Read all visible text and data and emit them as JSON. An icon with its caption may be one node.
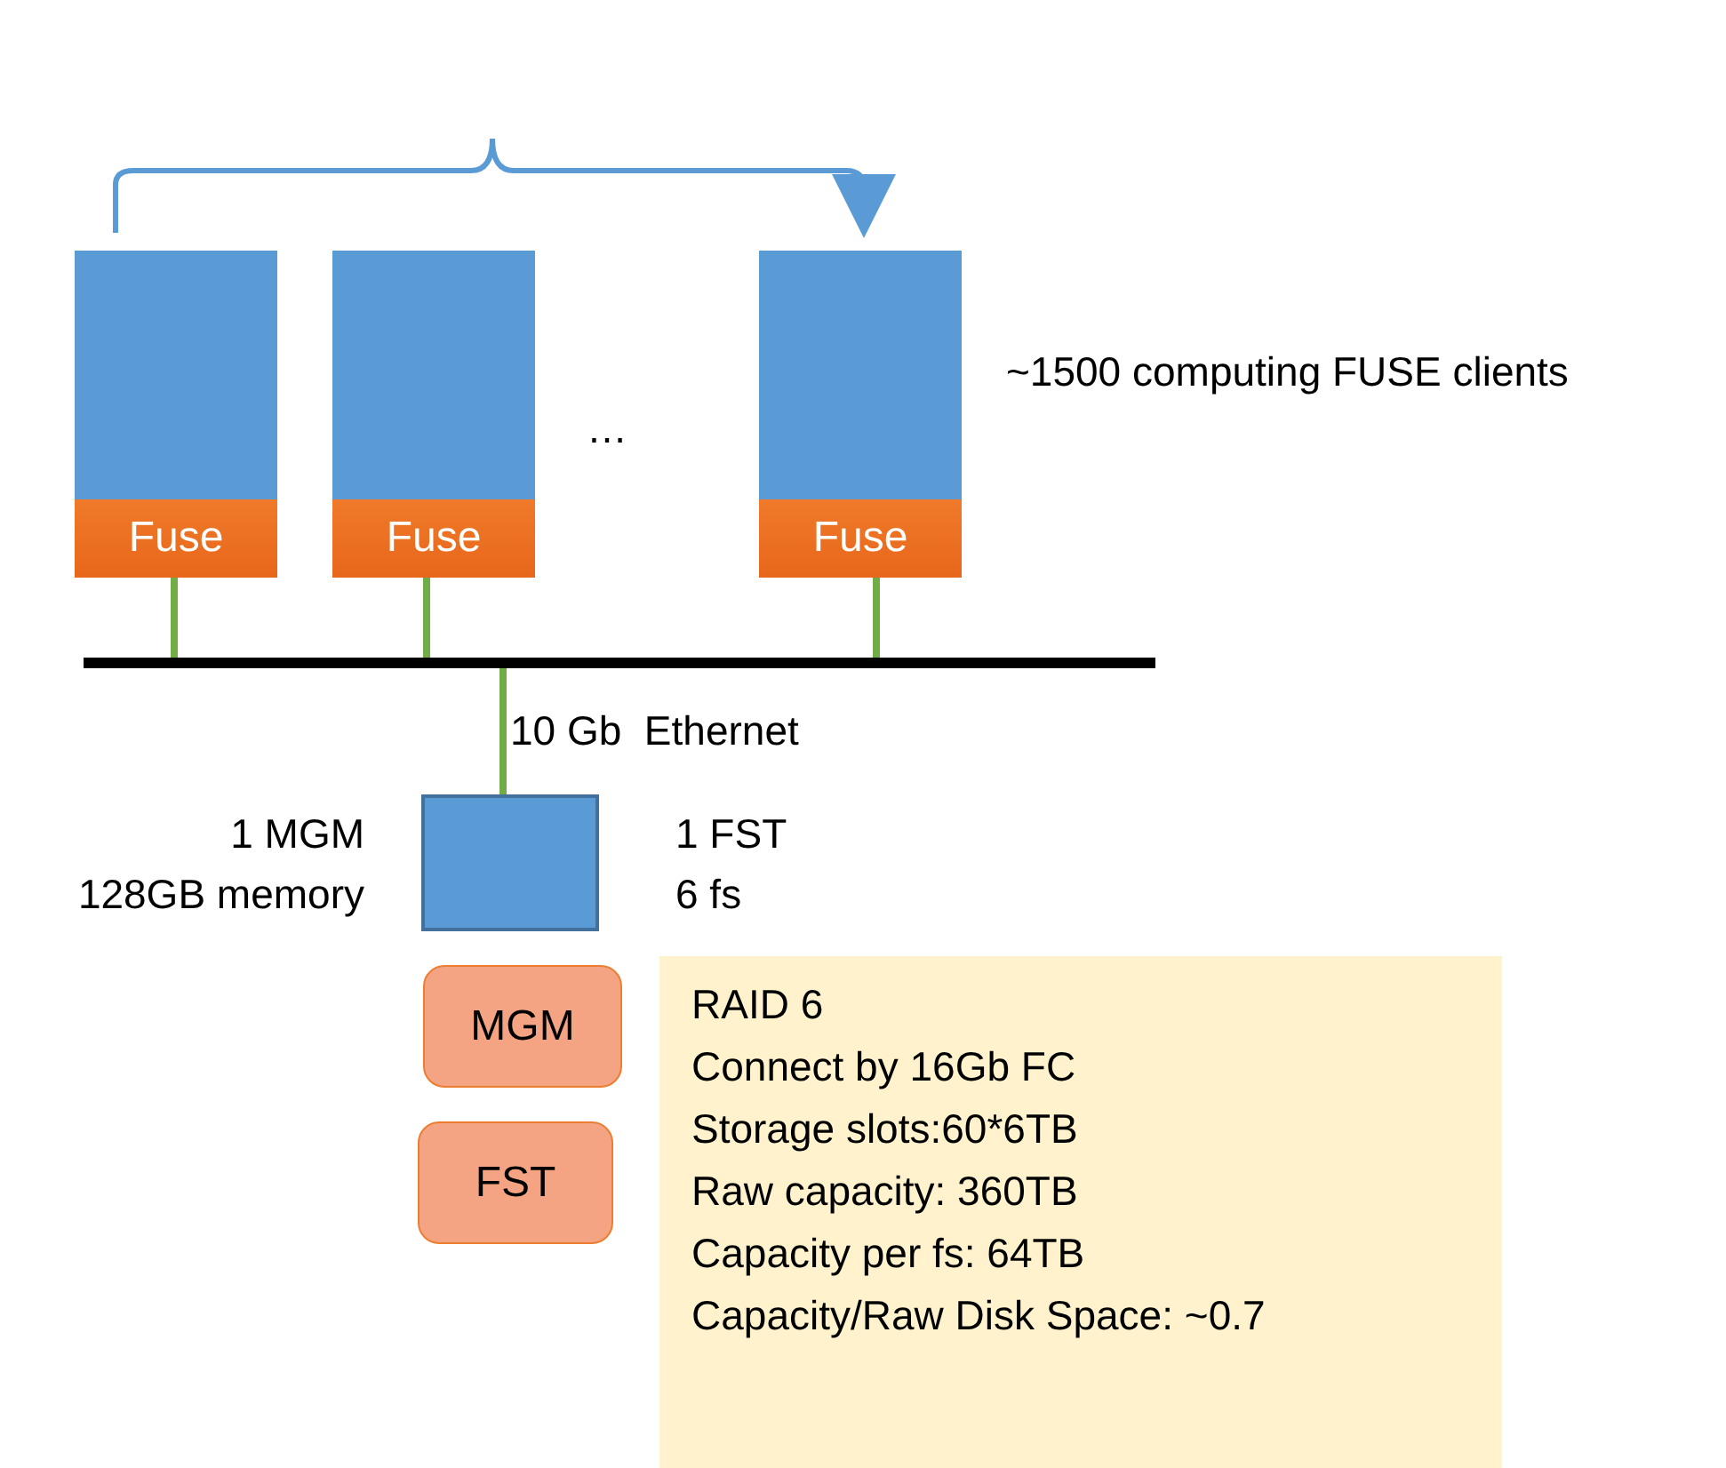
{
  "diagram": {
    "nodes": [
      {
        "text": [
          "Fuse"
        ]
      },
      {
        "text": [
          "Fuse"
        ]
      },
      {
        "text": [
          "Fuse"
        ]
      },
      {
        "text": [],
        "shape": "bar"
      },
      {
        "text": [],
        "shape": "box",
        "beside": [
          "1 MGM",
          "128GB memory",
          "1 FST",
          "6 fs"
        ]
      },
      {
        "text": [
          "MGM"
        ]
      },
      {
        "text": [
          "FST"
        ]
      },
      {
        "text": [
          "RAID 6",
          "Connect by 16Gb FC",
          "Storage slots:60*6TB",
          "Raw capacity: 360TB",
          "Capacity per fs: 64TB",
          "Capacity/Raw Disk Space: ~0.7"
        ]
      }
    ],
    "edges": [
      {
        "from": 0,
        "to": 3,
        "arrow": "none"
      },
      {
        "from": 1,
        "to": 3,
        "arrow": "none"
      },
      {
        "from": 2,
        "to": 3,
        "arrow": "none"
      },
      {
        "from": 3,
        "to": 4,
        "arrow": "none",
        "label": "10 Gb  Ethernet"
      }
    ],
    "labels": [
      "…",
      "~1500 computing FUSE clients"
    ]
  }
}
